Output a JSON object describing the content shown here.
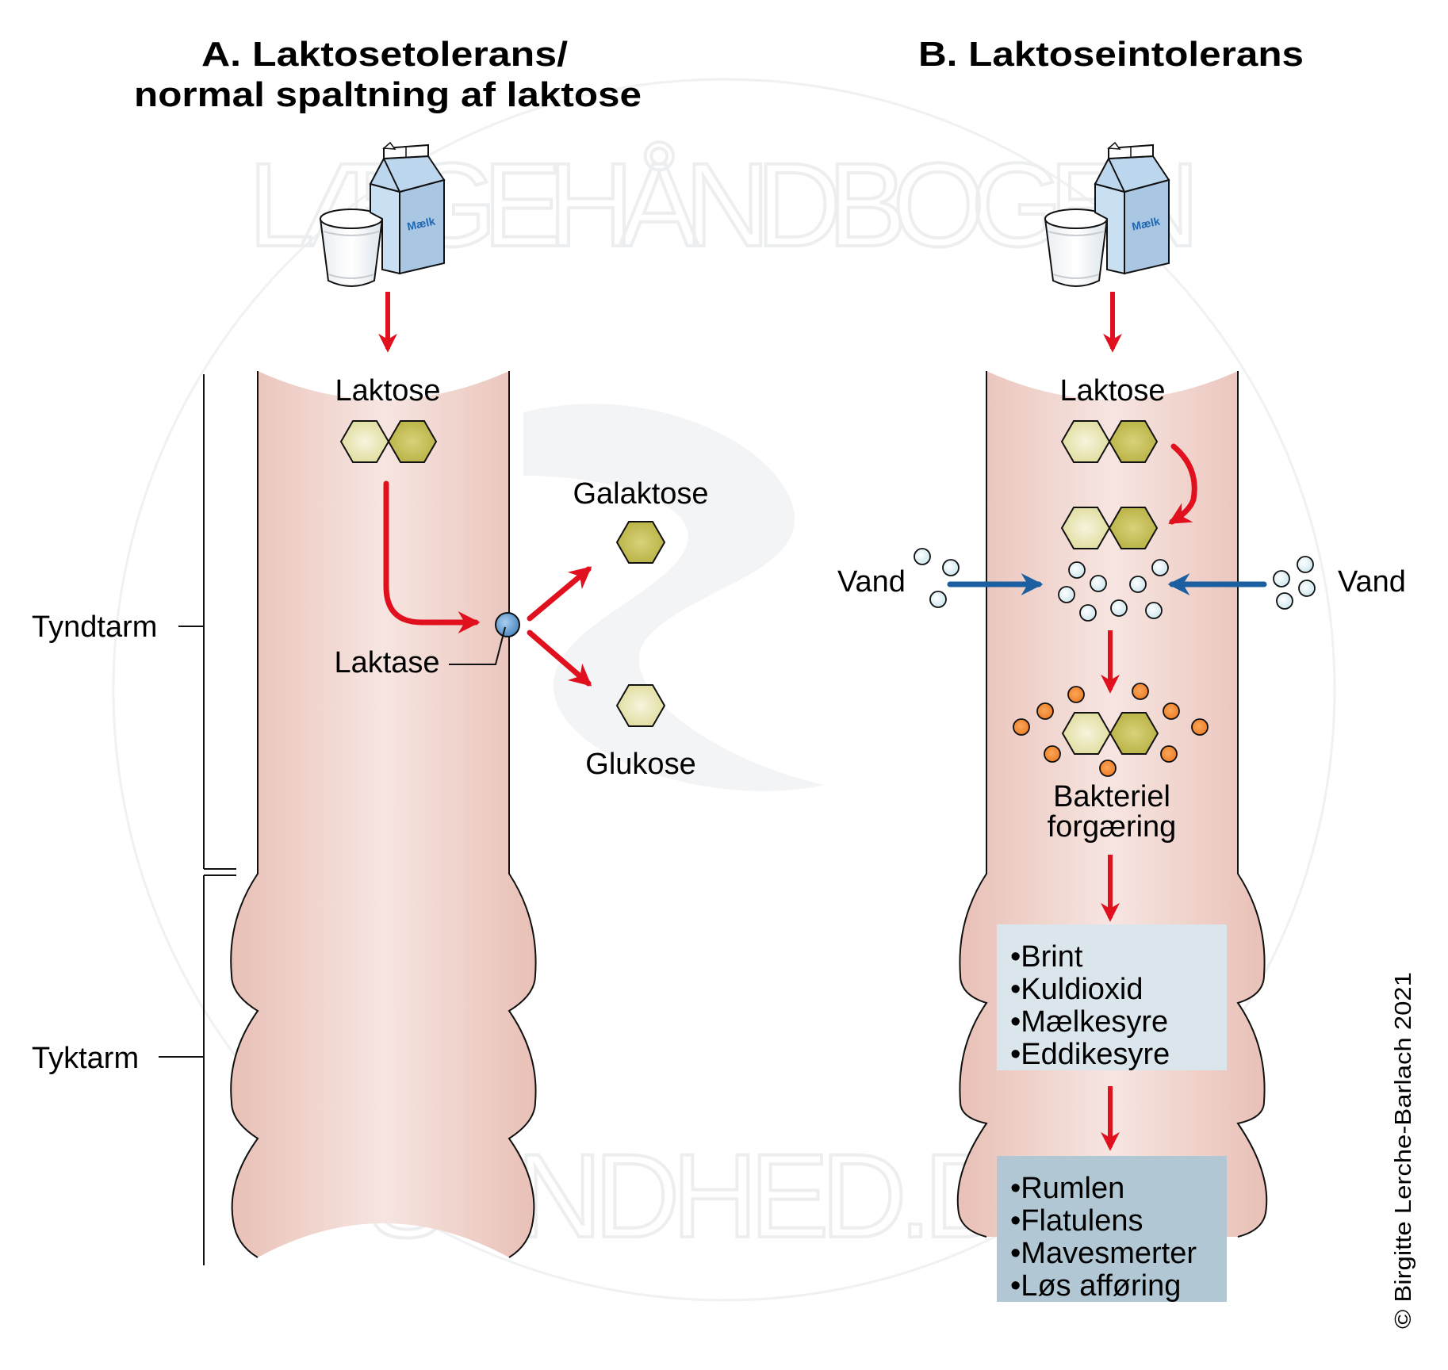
{
  "panel_a": {
    "title_line1": "A. Laktosetolerans/",
    "title_line2": "normal spaltning af laktose",
    "milk_label": "Mælk",
    "laktose_label": "Laktose",
    "laktase_label": "Laktase",
    "galaktose_label": "Galaktose",
    "glukose_label": "Glukose",
    "tyndtarm_label": "Tyndtarm",
    "tyktarm_label": "Tyktarm"
  },
  "panel_b": {
    "title": "B. Laktoseintolerans",
    "milk_label": "Mælk",
    "laktose_label": "Laktose",
    "vand_left_label": "Vand",
    "vand_right_label": "Vand",
    "fermentation_line1": "Bakteriel",
    "fermentation_line2": "forgæring",
    "products": [
      "•Brint",
      "•Kuldioxid",
      "•Mælkesyre",
      "•Eddikesyre"
    ],
    "symptoms": [
      "•Rumlen",
      "•Flatulens",
      "•Mavesmerter",
      "•Løs afføring"
    ]
  },
  "copyright": "© Birgitte Lerche-Barlach 2021",
  "watermark": {
    "top_text": "LÆGEHÅNDBOGEN",
    "bottom_text": "SUNDHED.DK"
  },
  "colors": {
    "arrow_red": "#e0101e",
    "arrow_blue": "#1b5fa0",
    "intestine_edge": "#e8c0b6",
    "intestine_center": "#f7e5e1",
    "glucose_hex": "#efedcc",
    "galactose_hex": "#c8c25a",
    "bacteria": "#f28a2e",
    "water": "#dff1f7",
    "laktase": "#6ea6d6",
    "products_box": "#dbe5ec",
    "symptoms_box": "#b1c8d4"
  }
}
